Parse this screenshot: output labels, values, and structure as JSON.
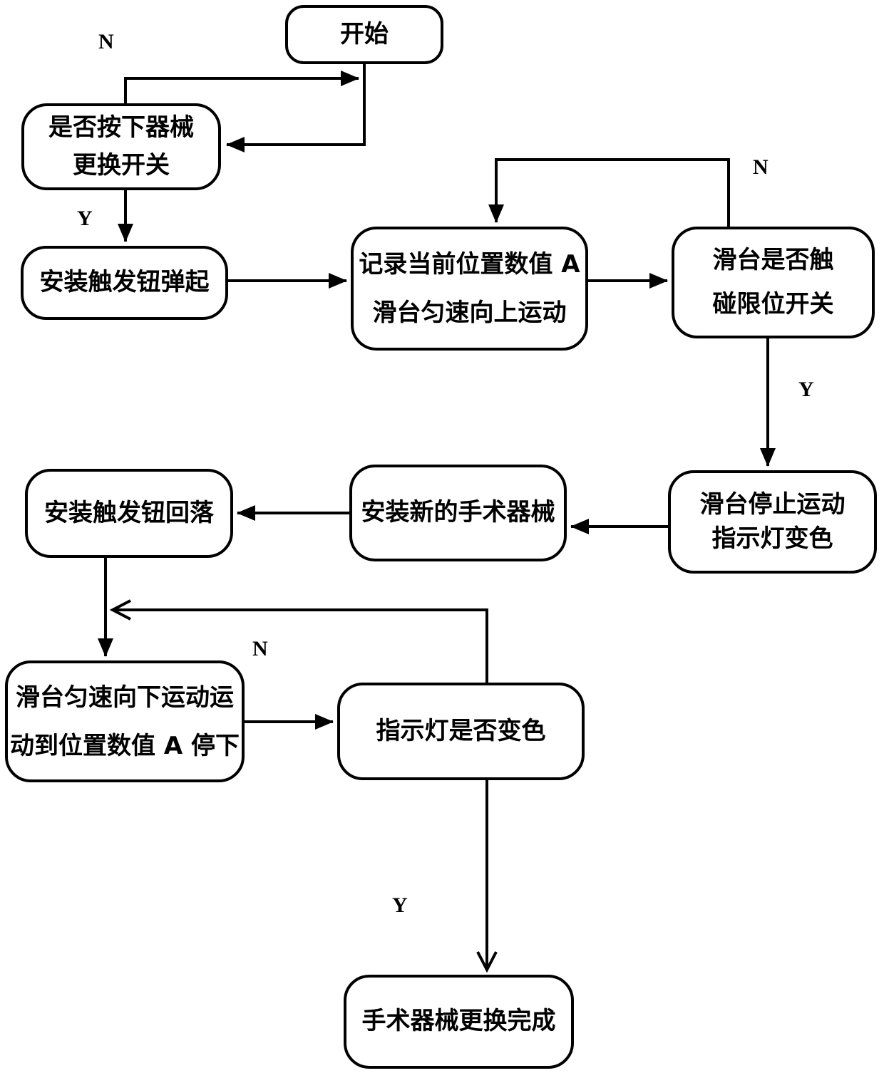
{
  "diagram": {
    "nodes": {
      "start": {
        "label": "开始"
      },
      "q1": {
        "line1": "是否按下器械",
        "line2": "更换开关"
      },
      "p1": {
        "label": "安装触发钮弹起"
      },
      "p2": {
        "line1": "记录当前位置数值 A",
        "line2": "滑台匀速向上运动"
      },
      "q2": {
        "line1": "滑台是否触",
        "line2": "碰限位开关"
      },
      "p3": {
        "line1": "滑台停止运动",
        "line2": "指示灯变色"
      },
      "p4": {
        "label": "安装新的手术器械"
      },
      "p5": {
        "label": "安装触发钮回落"
      },
      "p6": {
        "line1": "滑台匀速向下运动运",
        "line2": "动到位置数值 A 停下"
      },
      "q3": {
        "label": "指示灯是否变色"
      },
      "end": {
        "label": "手术器械更换完成"
      }
    },
    "edge_labels": {
      "n_switch_not_pressed": "N",
      "y_switch_pressed": "Y",
      "n_limit_not_touched": "N",
      "y_limit_touched": "Y",
      "n_indicator_unchanged": "N",
      "y_indicator_changed": "Y"
    },
    "colors": {
      "line": "#000000",
      "background": "#ffffff"
    }
  }
}
